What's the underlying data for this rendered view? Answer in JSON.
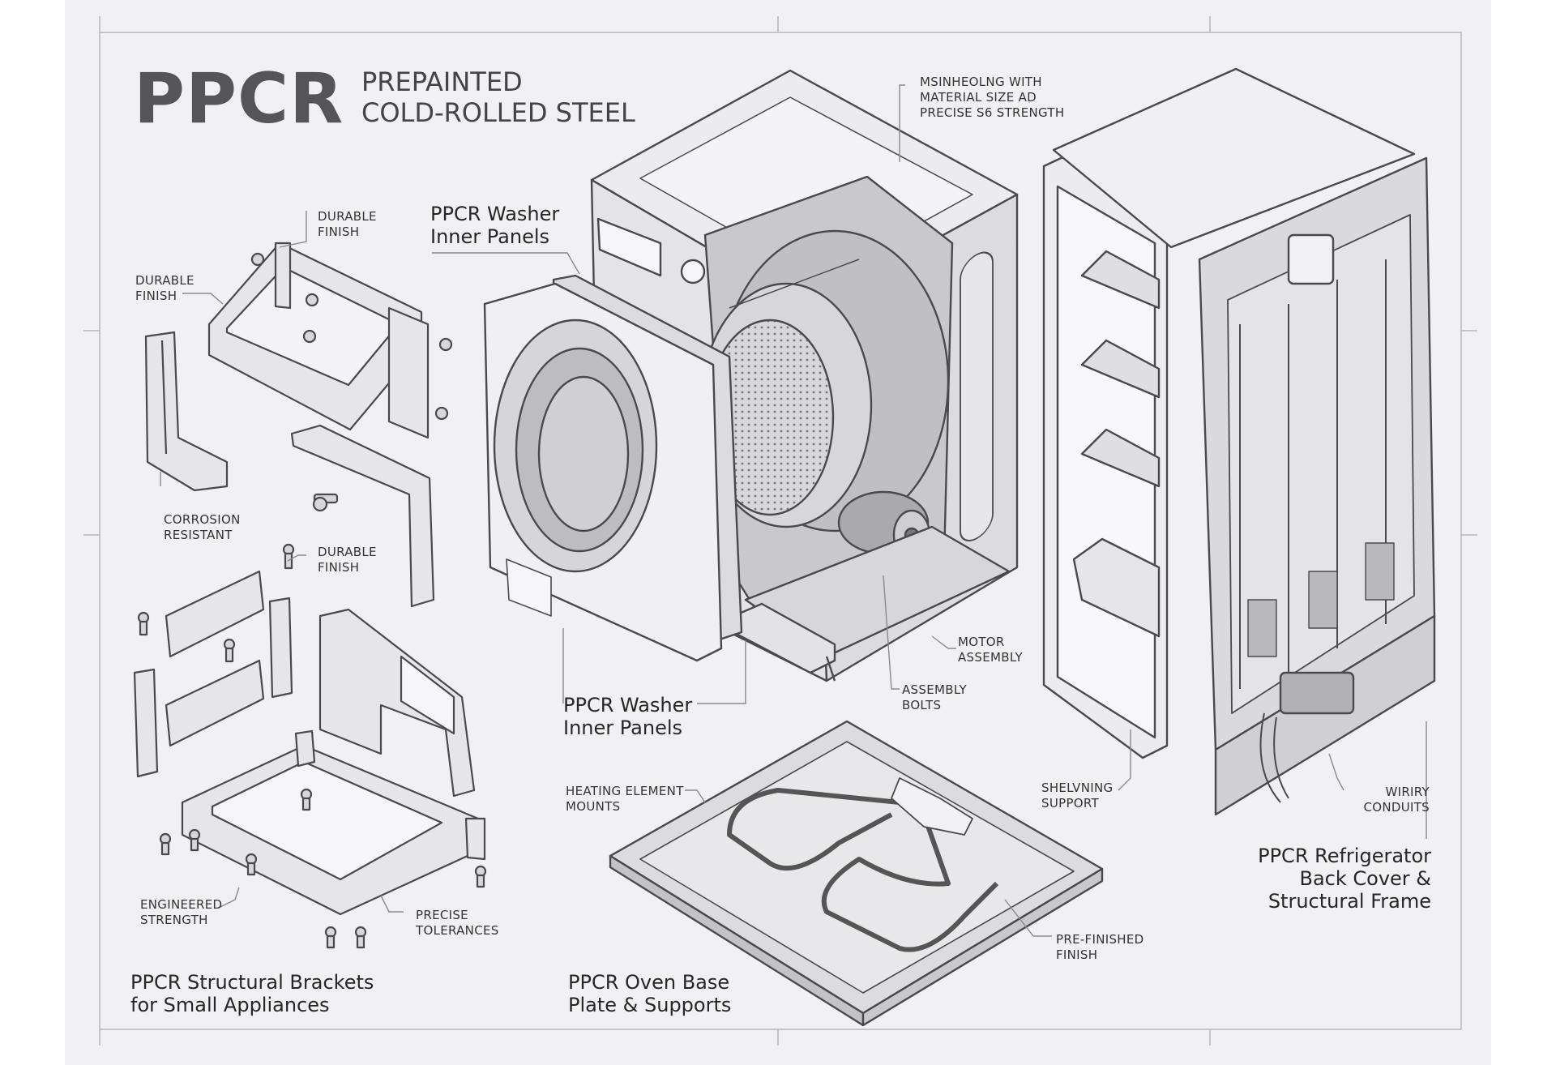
{
  "colors": {
    "background": "#f1f1f3",
    "ink": "#4a4a4e",
    "panel": "#e9e9ec",
    "text": "#2a2a2a"
  },
  "title": {
    "main": "PPCR",
    "sub_line1": "PREPAINTED",
    "sub_line2": "COLD-ROLLED STEEL"
  },
  "callouts": {
    "washer_top_note": "MSINHEOLNG WITH\nMATERIAL SIZE AD\nPRECISE S6 STRENGTH",
    "durable_finish_top": "DURABLE\nFINISH",
    "durable_finish_left": "DURABLE\nFINISH",
    "corrosion_resistant": "CORROSION\nRESISTANT",
    "durable_finish_mid": "DURABLE\nFINISH",
    "engineered_strength": "ENGINEERED\nSTRENGTH",
    "precise_tolerances": "PRECISE\nTOLERANCES",
    "motor_assembly": "MOTOR\nASSEMBLY",
    "assembly_bolts": "ASSEMBLY\nBOLTS",
    "heating_element_mounts": "HEATING ELEMENT\nMOUNTS",
    "pre_finished_finish": "PRE-FINISHED\nFINISH",
    "shelving_support": "SHELVNING\nSUPPORT",
    "wiring_conduits": "WIRIRY\nCONDUITS"
  },
  "captions": {
    "washer_inner_top": "PPCR Washer\nInner Panels",
    "washer_inner_bottom": "PPCR Washer\nInner Panels",
    "brackets": "PPCR Structural Brackets\nfor Small Appliances",
    "oven": "PPCR Oven Base\nPlate & Supports",
    "refrigerator": "PPCR Refrigerator\nBack Cover &\nStructural Frame"
  },
  "icons": [
    "screw-icon",
    "bolt-icon",
    "washer-machine-illustration",
    "refrigerator-illustration",
    "oven-plate-illustration",
    "bracket-illustration"
  ]
}
